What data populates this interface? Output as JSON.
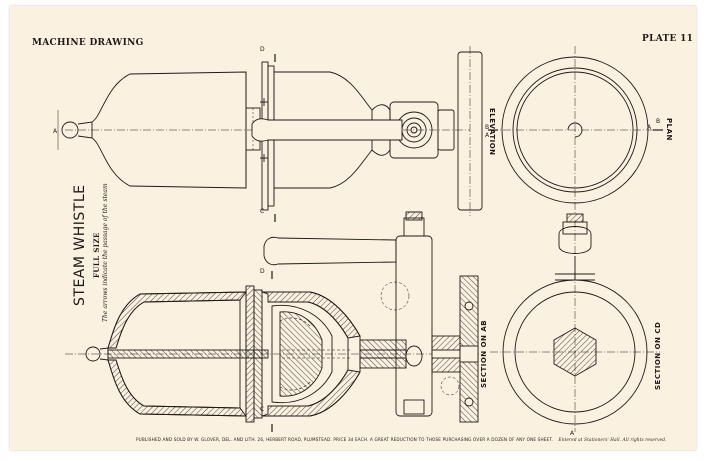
{
  "header": {
    "left": "MACHINE DRAWING",
    "right": "PLATE 11"
  },
  "title": {
    "main": "STEAM WHISTLE",
    "size": "FULL SIZE",
    "note": "The arrows indicate the passage of the steam"
  },
  "views": {
    "elevation": "ELEVATION",
    "plan": "PLAN",
    "section_ab": "SECTION ON AB",
    "section_cd": "SECTION ON CD"
  },
  "markers": {
    "a": "A",
    "b": "B",
    "c": "C",
    "d": "D"
  },
  "footer": {
    "publisher": "PUBLISHED AND SOLD BY W. GLOVER, DEL. AND LITH. 26, HERBERT ROAD, PLUMSTEAD. PRICE 3d EACH. A GREAT REDUCTION TO THOSE PURCHASING OVER A DOZEN OF ANY ONE SHEET.",
    "rights": "Entered at Stationers' Hall.   All rights reserved."
  },
  "colors": {
    "paper": "#fbf1e1",
    "ink": "#1e1a16"
  }
}
